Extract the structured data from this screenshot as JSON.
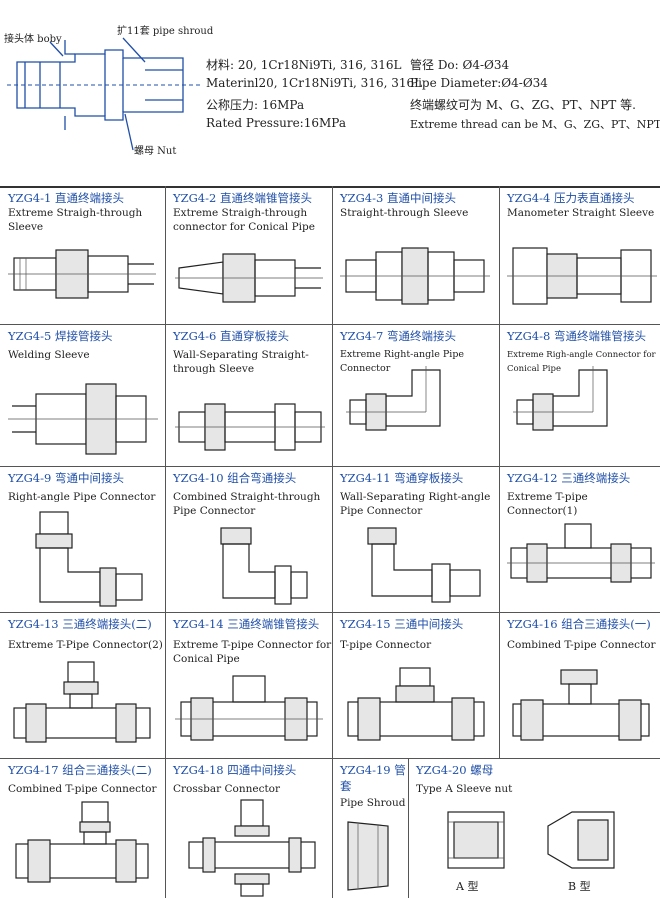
{
  "header": {
    "callouts": {
      "body": "接头体 boby",
      "shroud": "扩11套 pipe shroud",
      "nut": "螺母 Nut"
    },
    "specs_left": [
      "材料: 20, 1Cr18Ni9Ti, 316, 316L",
      "Materinl20, 1Cr18Ni9Ti, 316, 316L",
      "公称压力: 16MPa",
      "Rated Pressure:16MPa"
    ],
    "specs_right": [
      "管径 Do: Ø4-Ø34",
      "Pipe Diameter:Ø4-Ø34",
      "终端螺纹可为 M、G、ZG、PT、NPT 等.",
      "Extreme thread can be M、G、ZG、PT、NPT ···"
    ]
  },
  "catalog": [
    {
      "code": "YZG4-1 直通终端接头",
      "name": "Extreme Straigh-through Sleeve",
      "icon": "straight-fitting-icon"
    },
    {
      "code": "YZG4-2 直通终端锥管接头",
      "name": "Extreme Straigh-through connector for Conical Pipe",
      "icon": "straight-conical-fitting-icon"
    },
    {
      "code": "YZG4-3 直通中间接头",
      "name": "Straight-through Sleeve",
      "icon": "straight-union-icon"
    },
    {
      "code": "YZG4-4 压力表直通接头",
      "name": "Manometer Straight Sleeve",
      "icon": "manometer-fitting-icon"
    },
    {
      "code": "YZG4-5 焊接管接头",
      "name": "Welding Sleeve",
      "icon": "welding-sleeve-icon"
    },
    {
      "code": "YZG4-6 直通穿板接头",
      "name": "Wall-Separating Straight-through Sleeve",
      "icon": "bulkhead-straight-icon"
    },
    {
      "code": "YZG4-7 弯通终端接头",
      "name": "Extreme Right-angle Pipe Connector",
      "icon": "elbow-fitting-icon"
    },
    {
      "code": "YZG4-8 弯通终端锥管接头",
      "name": "Extreme Righ-angle Connector for Conical Pipe",
      "icon": "elbow-conical-fitting-icon"
    },
    {
      "code": "YZG4-9 弯通中间接头",
      "name": "Right-angle Pipe Connector",
      "icon": "elbow-union-icon"
    },
    {
      "code": "YZG4-10 组合弯通接头",
      "name": "Combined Straight-through Pipe Connector",
      "icon": "combined-elbow-icon"
    },
    {
      "code": "YZG4-11 弯通穿板接头",
      "name": "Wall-Separating Right-angle Pipe Connector",
      "icon": "bulkhead-elbow-icon"
    },
    {
      "code": "YZG4-12 三通终端接头",
      "name": "Extreme T-pipe Connector(1)",
      "icon": "tee-fitting-icon"
    },
    {
      "code": "YZG4-13 三通终端接头(二)",
      "name": "Extreme T-Pipe Connector(2)",
      "icon": "tee-fitting-2-icon"
    },
    {
      "code": "YZG4-14 三通终端锥管接头",
      "name": "Extreme T-pipe Connector for Conical Pipe",
      "icon": "tee-conical-fitting-icon"
    },
    {
      "code": "YZG4-15 三通中间接头",
      "name": "T-pipe Connector",
      "icon": "tee-union-icon"
    },
    {
      "code": "YZG4-16 组合三通接头(一)",
      "name": "Combined T-pipe Connector",
      "icon": "combined-tee-icon"
    },
    {
      "code": "YZG4-17 组合三通接头(二)",
      "name": "Combined T-pipe Connector",
      "icon": "combined-tee-2-icon"
    },
    {
      "code": "YZG4-18 四通中间接头",
      "name": "Crossbar Connector",
      "icon": "cross-union-icon"
    },
    {
      "code": "YZG4-19 管套",
      "name": "Pipe Shroud",
      "icon": "pipe-shroud-icon"
    },
    {
      "code": "YZG4-20 螺母",
      "name": "Type A Sleeve nut",
      "icon": "sleeve-nut-icon"
    }
  ],
  "nut_types": {
    "a": "A 型",
    "b": "B 型"
  }
}
